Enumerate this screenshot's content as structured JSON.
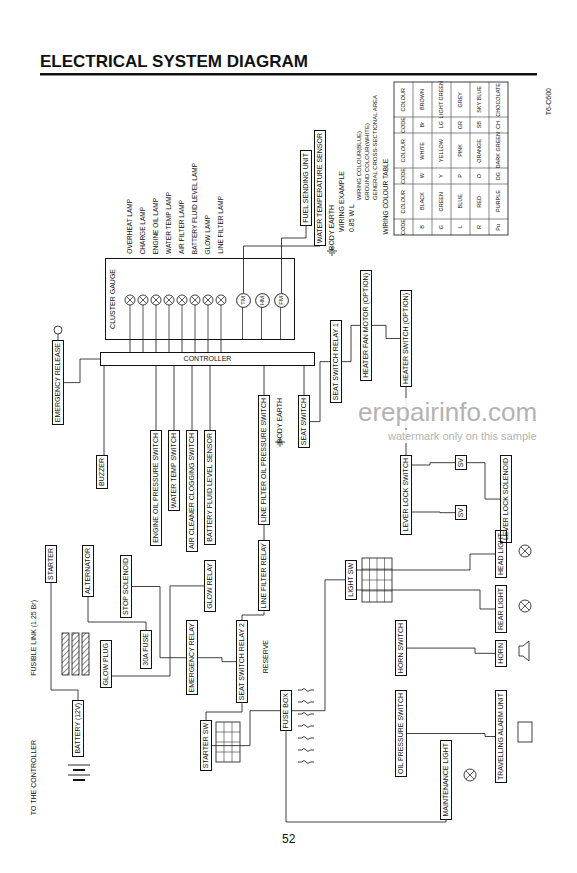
{
  "diagram": {
    "title": "ELECTRICAL SYSTEM DIAGRAM",
    "nodes": [
      {
        "text": [
          "CLUSTER GAUGE"
        ]
      },
      {
        "text": [
          "TM"
        ],
        "in": 0
      },
      {
        "text": [
          "HM"
        ],
        "in": 0
      },
      {
        "text": [
          "FM"
        ],
        "in": 0
      },
      {
        "text": [
          "FUEL SENDING UNIT"
        ]
      },
      {
        "text": [
          "WATER TEMPERATURE SENSOR"
        ]
      },
      {
        "text": [
          "EMERGENCY RELEASE"
        ]
      },
      {
        "text": [
          "CONTROLLER"
        ]
      },
      {
        "text": [
          "BUZZER"
        ]
      },
      {
        "text": [
          "ENGINE OIL PRESSURE SWITCH"
        ]
      },
      {
        "text": [
          "WATER TEMP SWITCH"
        ]
      },
      {
        "text": [
          "AIR CLEANER CLOGGING SWITCH"
        ]
      },
      {
        "text": [
          "BATTERY FLUID LEVEL SENSOR"
        ]
      },
      {
        "text": [
          "LINE FILTER OIL PRESSURE SWITCH"
        ]
      },
      {
        "text": [
          "SEAT SWITCH"
        ]
      },
      {
        "text": [
          "SEAT SWITCH RELAY 1"
        ]
      },
      {
        "text": [
          "HEATER FAN MOTOR (OPTION)"
        ]
      },
      {
        "text": [
          "HEATER SWITCH (OPTION)"
        ]
      },
      {
        "text": [
          "LEVER LOCK SWITCH"
        ]
      },
      {
        "text": [
          "SV"
        ]
      },
      {
        "text": [
          "LEVER LOCK SOLENOID"
        ]
      },
      {
        "text": [
          "SV"
        ]
      },
      {
        "text": [
          "LINE FILTER RELAY"
        ]
      },
      {
        "text": [
          "GLOW RELAY"
        ]
      },
      {
        "text": [
          "STARTER"
        ]
      },
      {
        "text": [
          "ALTERNATOR"
        ]
      },
      {
        "text": [
          "STOP SOLENOID"
        ]
      },
      {
        "text": [
          "GLOW PLUG"
        ]
      },
      {
        "text": [
          "30A FUSE"
        ]
      },
      {
        "text": [
          "BATTERY (12V)"
        ]
      },
      {
        "text": [
          "EMERGENCY RELAY"
        ]
      },
      {
        "text": [
          "SEAT SWITCH RELAY 2"
        ]
      },
      {
        "text": [
          "STARTER SW"
        ]
      },
      {
        "text": [
          "FUSE BOX"
        ]
      },
      {
        "text": [
          "LIGHT SW"
        ]
      },
      {
        "text": [
          "HORN SWITCH"
        ]
      },
      {
        "text": [
          "OIL PRESSURE SWITCH"
        ]
      },
      {
        "text": [
          "HEAD LIGHT"
        ]
      },
      {
        "text": [
          "REAR LIGHT"
        ]
      },
      {
        "text": [
          "HORN"
        ]
      },
      {
        "text": [
          "TRAVELLING ALARM UNIT"
        ]
      },
      {
        "text": [
          "MAINTENANCE LIGHT"
        ]
      }
    ],
    "edges": [
      {
        "from": 0,
        "to": 7,
        "arrow": "none"
      },
      {
        "from": 0,
        "to": 7,
        "arrow": "none"
      },
      {
        "from": 0,
        "to": 7,
        "arrow": "none"
      },
      {
        "from": 0,
        "to": 7,
        "arrow": "none"
      },
      {
        "from": 0,
        "to": 7,
        "arrow": "none"
      },
      {
        "from": 0,
        "to": 7,
        "arrow": "none"
      },
      {
        "from": 0,
        "to": 7,
        "arrow": "none"
      },
      {
        "from": 0,
        "to": 7,
        "arrow": "none"
      },
      {
        "from": 1,
        "to": 5,
        "arrow": "none"
      },
      {
        "from": 3,
        "to": 4,
        "arrow": "none"
      },
      {
        "from": 6,
        "to": 7,
        "arrow": "none"
      },
      {
        "from": 7,
        "to": 8,
        "arrow": "none"
      },
      {
        "from": 7,
        "to": 9,
        "arrow": "none"
      },
      {
        "from": 7,
        "to": 10,
        "arrow": "none"
      },
      {
        "from": 7,
        "to": 11,
        "arrow": "none"
      },
      {
        "from": 7,
        "to": 12,
        "arrow": "none"
      },
      {
        "from": 7,
        "to": 13,
        "arrow": "none"
      },
      {
        "from": 7,
        "to": 14,
        "arrow": "none"
      },
      {
        "from": 13,
        "to": 22,
        "arrow": "none"
      },
      {
        "from": 14,
        "to": 15,
        "arrow": "none"
      },
      {
        "from": 15,
        "to": 16,
        "arrow": "none"
      },
      {
        "from": 16,
        "to": 17,
        "arrow": "none"
      },
      {
        "from": 17,
        "to": 18,
        "arrow": "none"
      },
      {
        "from": 18,
        "to": 19,
        "arrow": "none"
      },
      {
        "from": 19,
        "to": 20,
        "arrow": "none"
      },
      {
        "from": 18,
        "to": 21,
        "arrow": "none"
      },
      {
        "from": 27,
        "to": 23,
        "arrow": "none"
      },
      {
        "from": 24,
        "to": 29,
        "arrow": "none"
      },
      {
        "from": 25,
        "to": 28,
        "arrow": "none"
      },
      {
        "from": 26,
        "to": 30,
        "arrow": "none"
      },
      {
        "from": 30,
        "to": 31,
        "arrow": "none"
      },
      {
        "from": 31,
        "to": 32,
        "arrow": "none"
      },
      {
        "from": 32,
        "to": 33,
        "arrow": "none"
      },
      {
        "from": 33,
        "to": 34,
        "arrow": "none"
      },
      {
        "from": 34,
        "to": 37,
        "arrow": "none"
      },
      {
        "from": 34,
        "to": 38,
        "arrow": "none"
      },
      {
        "from": 35,
        "to": 39,
        "arrow": "none"
      },
      {
        "from": 36,
        "to": 40,
        "arrow": "none"
      },
      {
        "from": 33,
        "to": 41,
        "arrow": "none"
      },
      {
        "from": 22,
        "to": 31,
        "arrow": "none"
      }
    ],
    "labels": [
      "T6-C600",
      "OVERHEAT LAMP",
      "CHARGE LAMP",
      "ENGINE OIL LAMP",
      "WATER TEMP LAMP",
      "AIR FILTER LAMP",
      "BATTERY FLUID LEVEL LAMP",
      "GLOW LAMP",
      "LINE FILTER LAMP",
      "BODY EARTH",
      "WIRING EXAMPLE",
      "0.85 W L",
      "WIRING COLOUR(BLUE)",
      "GROUND COLOUR(WHITE)",
      "GENERAL CROSS-SECTIONAL AREA",
      "WIRING COLOUR TABLE",
      "CODE",
      "COLOUR",
      "CODE",
      "COLOUR",
      "CODE",
      "COLOUR",
      "B",
      "BLACK",
      "W",
      "WHITE",
      "Br",
      "BROWN",
      "G",
      "GREEN",
      "Y",
      "YELLOW",
      "LG",
      "LIGHT GREEN",
      "L",
      "BLUE",
      "P",
      "PINK",
      "GR",
      "GREY",
      "R",
      "RED",
      "O",
      "ORANGE",
      "SB",
      "SKY BLUE",
      "Pu",
      "PURPLE",
      "DG",
      "DARK GREEN",
      "CH",
      "CHOCOLATE",
      "BODY EARTH",
      "FUSIBLE LINK (1.25 Br)",
      "TO THE CONTROLLER",
      "RESERVE",
      "erepairinfo.com",
      "watermark only on this sample",
      "52"
    ]
  }
}
